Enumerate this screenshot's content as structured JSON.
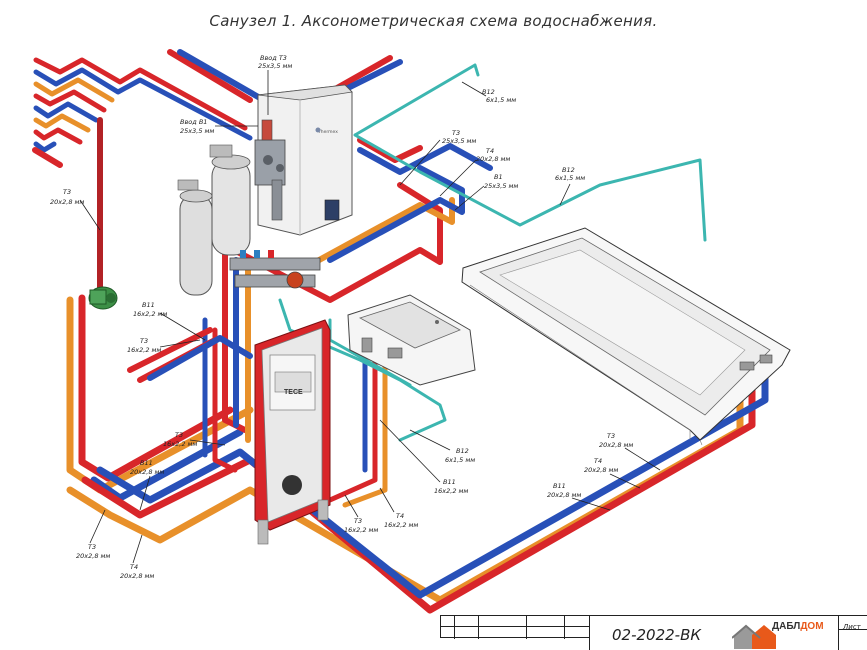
{
  "title": "Санузел 1. Аксонометрическая схема водоснабжения.",
  "labels": {
    "heater_in_t3": [
      "Ввод Т3",
      "25х3,5 мм"
    ],
    "heater_in_b1": [
      "Ввод В1",
      "25х3,5 мм"
    ],
    "b12_top": [
      "В12",
      "6х1,5 мм"
    ],
    "t3_25": [
      "Т3",
      "25х3,5 мм"
    ],
    "t4_20": [
      "Т4",
      "20х2,8 мм"
    ],
    "b1_25": [
      "В1",
      "25х3,5 мм"
    ],
    "b12_mid": [
      "В12",
      "6х1,5 мм"
    ],
    "t3_left": [
      "Т3",
      "20х2,8 мм"
    ],
    "b11_16": [
      "В11",
      "16х2,2 мм"
    ],
    "t3_16a": [
      "Т3",
      "16х2,2 мм"
    ],
    "t3_16b": [
      "Т3",
      "16х2,2 мм"
    ],
    "b11_20": [
      "В11",
      "20х2,8 мм"
    ],
    "t3_20_bl": [
      "Т3",
      "20х2,8 мм"
    ],
    "t4_20_bl": [
      "Т4",
      "20х2,8 мм"
    ],
    "b12_sink": [
      "В12",
      "6х1,5 мм"
    ],
    "b11_sink": [
      "В11",
      "16х2,2 мм"
    ],
    "t3_sink": [
      "Т3",
      "16х2,2 мм"
    ],
    "t4_sink": [
      "Т4",
      "16х2,2 мм"
    ],
    "t3_bath": [
      "Т3",
      "20х2,8 мм"
    ],
    "t4_bath": [
      "Т4",
      "20х2,8 мм"
    ],
    "b11_bath": [
      "В11",
      "20х2,8 мм"
    ]
  },
  "equipment": {
    "frame_brand": "TECE",
    "heater_brand": "Thermex"
  },
  "pipe_colors": {
    "hot_T3": "#d8262a",
    "recirc_T4": "#e8902a",
    "cold_B1": "#2850b8",
    "b12": "#3cb6b0"
  },
  "stamp": {
    "code": "02-2022-ВК",
    "logo_a": "ДАБЛ",
    "logo_b": "ДОМ",
    "sheet": "Лист"
  }
}
